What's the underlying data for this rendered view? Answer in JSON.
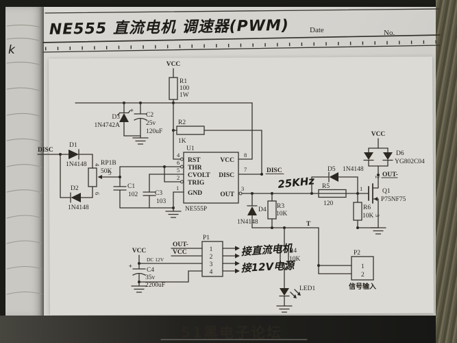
{
  "header": {
    "title": "NE555 直流电机 调速器(PWM)",
    "date_label": "Date",
    "no_label": "No."
  },
  "notebook": {
    "side_note": "k"
  },
  "watermark": {
    "text": "51黑电子论坛",
    "color": "#b5352c"
  },
  "nets": {
    "vcc": "VCC",
    "disc": "DISC",
    "out_minus": "OUT-"
  },
  "annotations": {
    "freq": "25KHz",
    "t_node": "T",
    "dc12v": "DC 12V",
    "motor": "接直流电机",
    "power": "接12V电源",
    "signal_input": "信号输入"
  },
  "u1": {
    "ref": "U1",
    "part": "NE555P",
    "pins": {
      "rst": {
        "num": "4",
        "name": "RST"
      },
      "thr": {
        "num": "6",
        "name": "THR"
      },
      "cvolt": {
        "num": "5",
        "name": "CVOLT"
      },
      "trig": {
        "num": "2",
        "name": "TRIG"
      },
      "gnd": {
        "num": "1",
        "name": "GND"
      },
      "vcc": {
        "num": "8",
        "name": "VCC"
      },
      "disc": {
        "num": "7",
        "name": "DISC"
      },
      "out": {
        "num": "3",
        "name": "OUT"
      }
    }
  },
  "components": {
    "r1": {
      "ref": "R1",
      "value": "100",
      "power": "1W"
    },
    "r2": {
      "ref": "R2",
      "value": "1K"
    },
    "r3": {
      "ref": "R3",
      "value": "10K"
    },
    "r4": {
      "ref": "R4",
      "value": "10K"
    },
    "r5": {
      "ref": "R5",
      "value": "120"
    },
    "r6": {
      "ref": "R6",
      "value": "10K"
    },
    "rp1": {
      "ref": "RP1B",
      "value": "50K",
      "pin_top": "4",
      "pin_wiper": "5",
      "pin_bottom": "6"
    },
    "c1": {
      "ref": "C1",
      "value": "102"
    },
    "c2": {
      "ref": "C2",
      "plus": "+",
      "value": "25v",
      "cap": "120uF"
    },
    "c3": {
      "ref": "C3",
      "value": "103"
    },
    "c4": {
      "ref": "C4",
      "plus": "+",
      "value": "35v",
      "cap": "2200uF"
    },
    "d1": {
      "ref": "D1",
      "part": "1N4148"
    },
    "d2": {
      "ref": "D2",
      "part": "1N4148"
    },
    "d3": {
      "ref": "D3",
      "part": "1N4742A"
    },
    "d4": {
      "ref": "D4",
      "part": "1N4148"
    },
    "d5": {
      "ref": "D5",
      "part": "1N4148"
    },
    "d6": {
      "ref": "D6",
      "part": "YG802C04"
    },
    "q1": {
      "ref": "Q1",
      "part": "P75NF75",
      "pin_gate": "1",
      "pin_drain": "2",
      "pin_source": "3"
    },
    "led1": {
      "ref": "LED1"
    },
    "p1": {
      "ref": "P1",
      "pins": [
        "1",
        "2",
        "3",
        "4"
      ]
    },
    "p2": {
      "ref": "P2",
      "pins": [
        "1",
        "2"
      ]
    }
  }
}
